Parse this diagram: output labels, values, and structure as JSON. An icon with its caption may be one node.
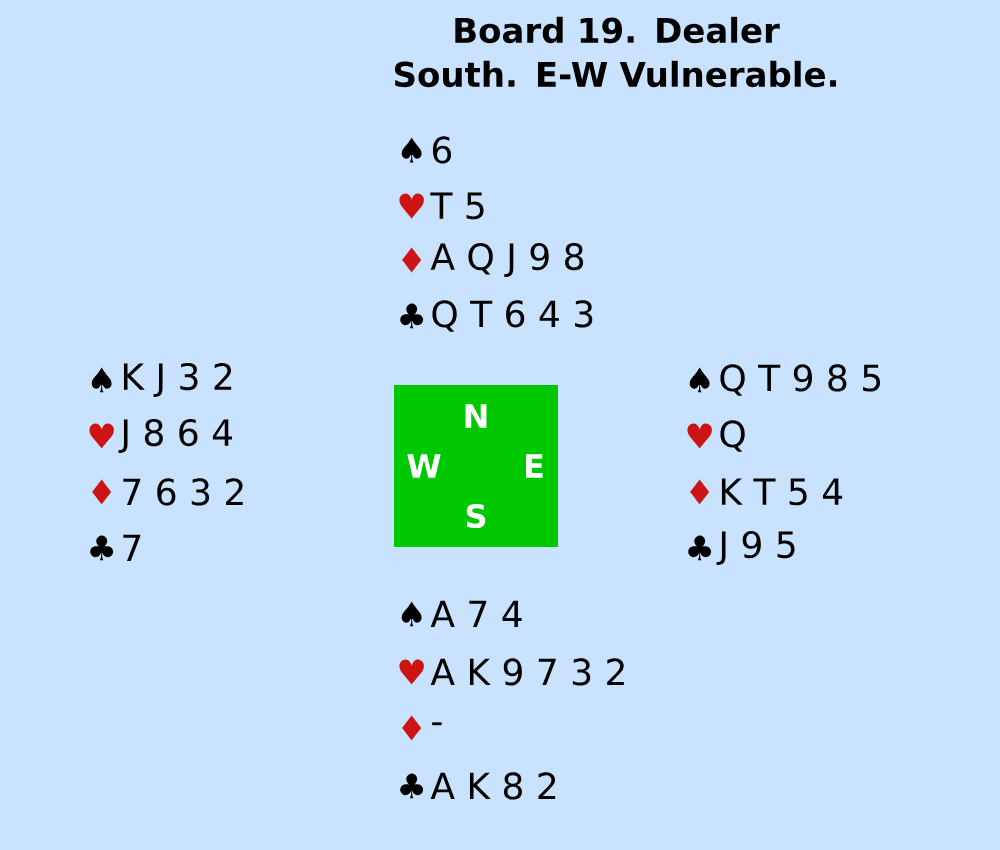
{
  "diagram": {
    "title": "Board 19. Dealer South. E-W Vulnerable.",
    "nodes": [
      {
        "text": [
          "N",
          "W",
          "E",
          "S"
        ]
      }
    ],
    "labels": [
      "♠",
      "6",
      "♥",
      "T 5",
      "♦",
      "A Q J 9 8",
      "♣",
      "Q T 6 4 3",
      "♠",
      "K J 3 2",
      "♥",
      "J 8 6 4",
      "♦",
      "7 6 3 2",
      "♣",
      "7",
      "♠",
      "Q T 9 8 5",
      "♥",
      "Q",
      "♦",
      "K T 5 4",
      "♣",
      "J 9 5",
      "♠",
      "A 7 4",
      "♥",
      "A K 9 7 3 2",
      "♦",
      "-",
      "♣",
      "A K 8 2"
    ]
  }
}
